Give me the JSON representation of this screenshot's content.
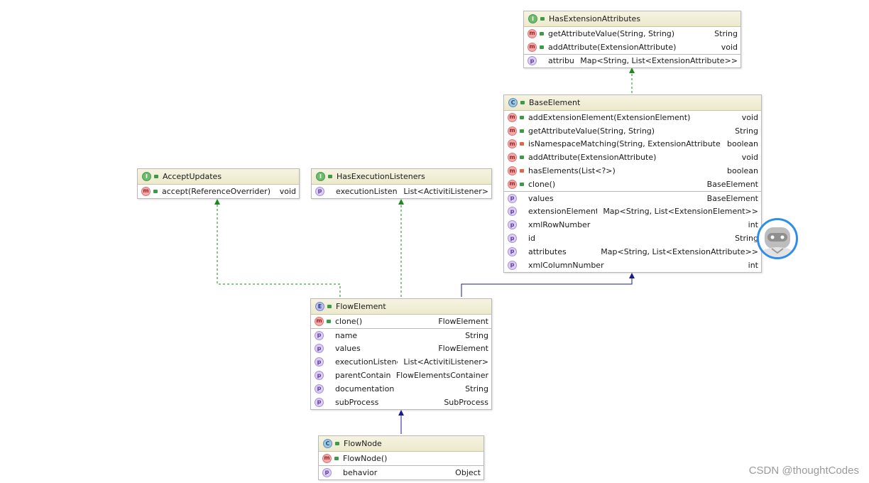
{
  "classes": {
    "has_extension_attributes": {
      "kind": "I",
      "name": "HasExtensionAttributes",
      "methods": [
        {
          "name": "getAttributeValue(String, String)",
          "type": "String",
          "vis": "pub"
        },
        {
          "name": "addAttribute(ExtensionAttribute)",
          "type": "void",
          "vis": "pub"
        }
      ],
      "fields": [
        {
          "name": "attributes",
          "type": "Map<String, List<ExtensionAttribute>>",
          "vis": "none"
        }
      ]
    },
    "base_element": {
      "kind": "C",
      "name": "BaseElement",
      "methods": [
        {
          "name": "addExtensionElement(ExtensionElement)",
          "type": "void",
          "vis": "pub"
        },
        {
          "name": "getAttributeValue(String, String)",
          "type": "String",
          "vis": "pub"
        },
        {
          "name": "isNamespaceMatching(String, ExtensionAttribute)",
          "type": "boolean",
          "vis": "pri"
        },
        {
          "name": "addAttribute(ExtensionAttribute)",
          "type": "void",
          "vis": "pub"
        },
        {
          "name": "hasElements(List<?>)",
          "type": "boolean",
          "vis": "pri"
        },
        {
          "name": "clone()",
          "type": "BaseElement",
          "vis": "pub"
        }
      ],
      "fields": [
        {
          "name": "values",
          "type": "BaseElement",
          "vis": "none"
        },
        {
          "name": "extensionElements",
          "type": "Map<String, List<ExtensionElement>>",
          "vis": "none"
        },
        {
          "name": "xmlRowNumber",
          "type": "int",
          "vis": "none"
        },
        {
          "name": "id",
          "type": "String",
          "vis": "none"
        },
        {
          "name": "attributes",
          "type": "Map<String, List<ExtensionAttribute>>",
          "vis": "none"
        },
        {
          "name": "xmlColumnNumber",
          "type": "int",
          "vis": "none"
        }
      ]
    },
    "accept_updates": {
      "kind": "I",
      "name": "AcceptUpdates",
      "methods": [
        {
          "name": "accept(ReferenceOverrider)",
          "type": "void",
          "vis": "pub"
        }
      ],
      "fields": []
    },
    "has_execution_listeners": {
      "kind": "I",
      "name": "HasExecutionListeners",
      "methods": [],
      "fields": [
        {
          "name": "executionListeners",
          "type": "List<ActivitiListener>",
          "vis": "none"
        }
      ]
    },
    "flow_element": {
      "kind": "E",
      "name": "FlowElement",
      "methods": [
        {
          "name": "clone()",
          "type": "FlowElement",
          "vis": "pub"
        }
      ],
      "fields": [
        {
          "name": "name",
          "type": "String",
          "vis": "none"
        },
        {
          "name": "values",
          "type": "FlowElement",
          "vis": "none"
        },
        {
          "name": "executionListeners",
          "type": "List<ActivitiListener>",
          "vis": "none"
        },
        {
          "name": "parentContainer",
          "type": "FlowElementsContainer",
          "vis": "none"
        },
        {
          "name": "documentation",
          "type": "String",
          "vis": "none"
        },
        {
          "name": "subProcess",
          "type": "SubProcess",
          "vis": "none"
        }
      ]
    },
    "flow_node": {
      "kind": "C",
      "name": "FlowNode",
      "methods": [
        {
          "name": "FlowNode()",
          "type": "",
          "vis": "pub"
        }
      ],
      "fields": [
        {
          "name": "behavior",
          "type": "Object",
          "vis": "none"
        }
      ]
    }
  },
  "colors": {
    "realization": "#1e8a1e",
    "generalization": "#1a1a8c",
    "header": "#efecd2",
    "avatar_ring": "#2f8ee8"
  },
  "watermark": "CSDN @thoughtCodes"
}
